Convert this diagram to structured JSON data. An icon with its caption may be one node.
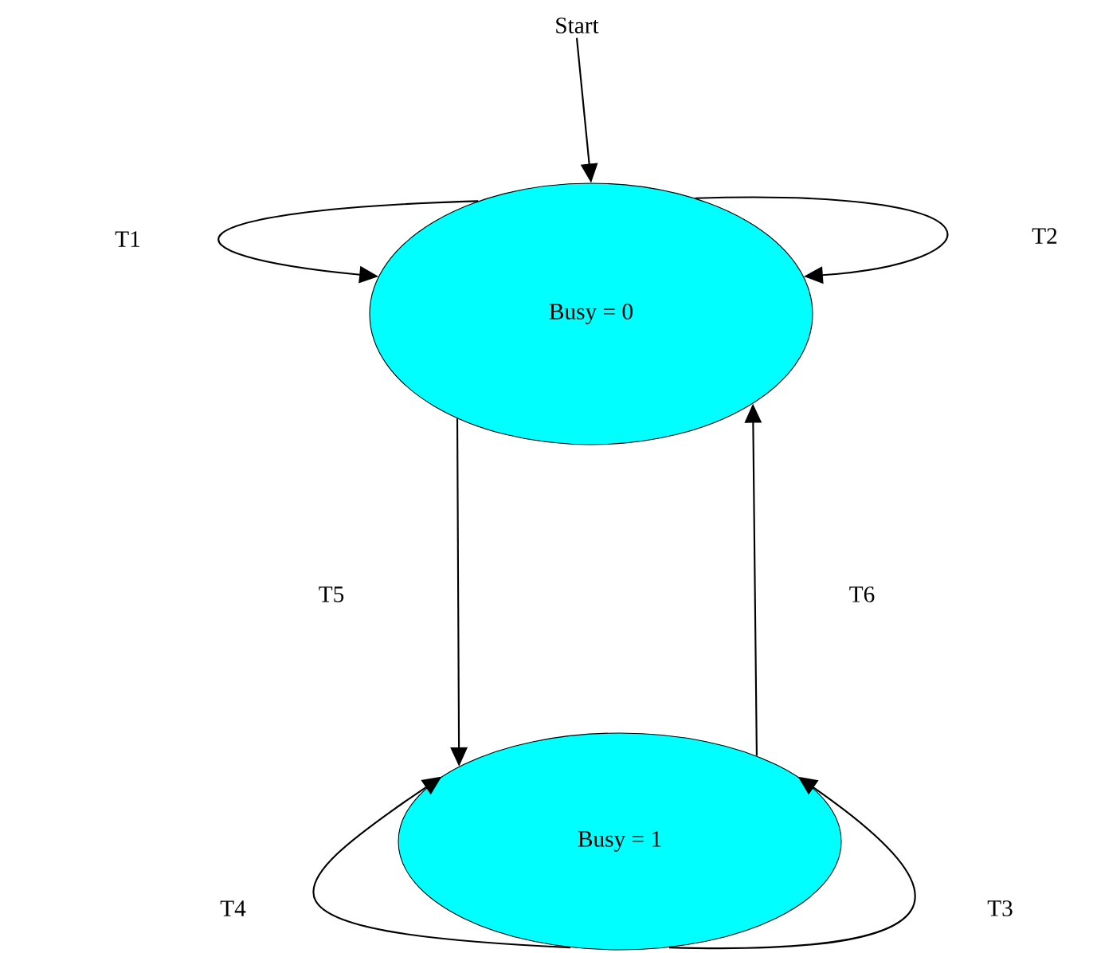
{
  "diagram": {
    "nodes": [
      {
        "text": [
          "Start"
        ]
      },
      {
        "text": [
          "Busy = 0"
        ]
      },
      {
        "text": [
          "Busy = 1"
        ]
      }
    ],
    "edges": [
      {
        "from": 0,
        "to": 1,
        "arrow": "to"
      },
      {
        "from": 1,
        "to": 1,
        "arrow": "to",
        "label": "T1"
      },
      {
        "from": 1,
        "to": 1,
        "arrow": "to",
        "label": "T2"
      },
      {
        "from": 1,
        "to": 2,
        "arrow": "to",
        "label": "T5"
      },
      {
        "from": 2,
        "to": 1,
        "arrow": "to",
        "label": "T6"
      },
      {
        "from": 2,
        "to": 2,
        "arrow": "to",
        "label": "T3"
      },
      {
        "from": 2,
        "to": 2,
        "arrow": "to",
        "label": "T4"
      }
    ]
  }
}
